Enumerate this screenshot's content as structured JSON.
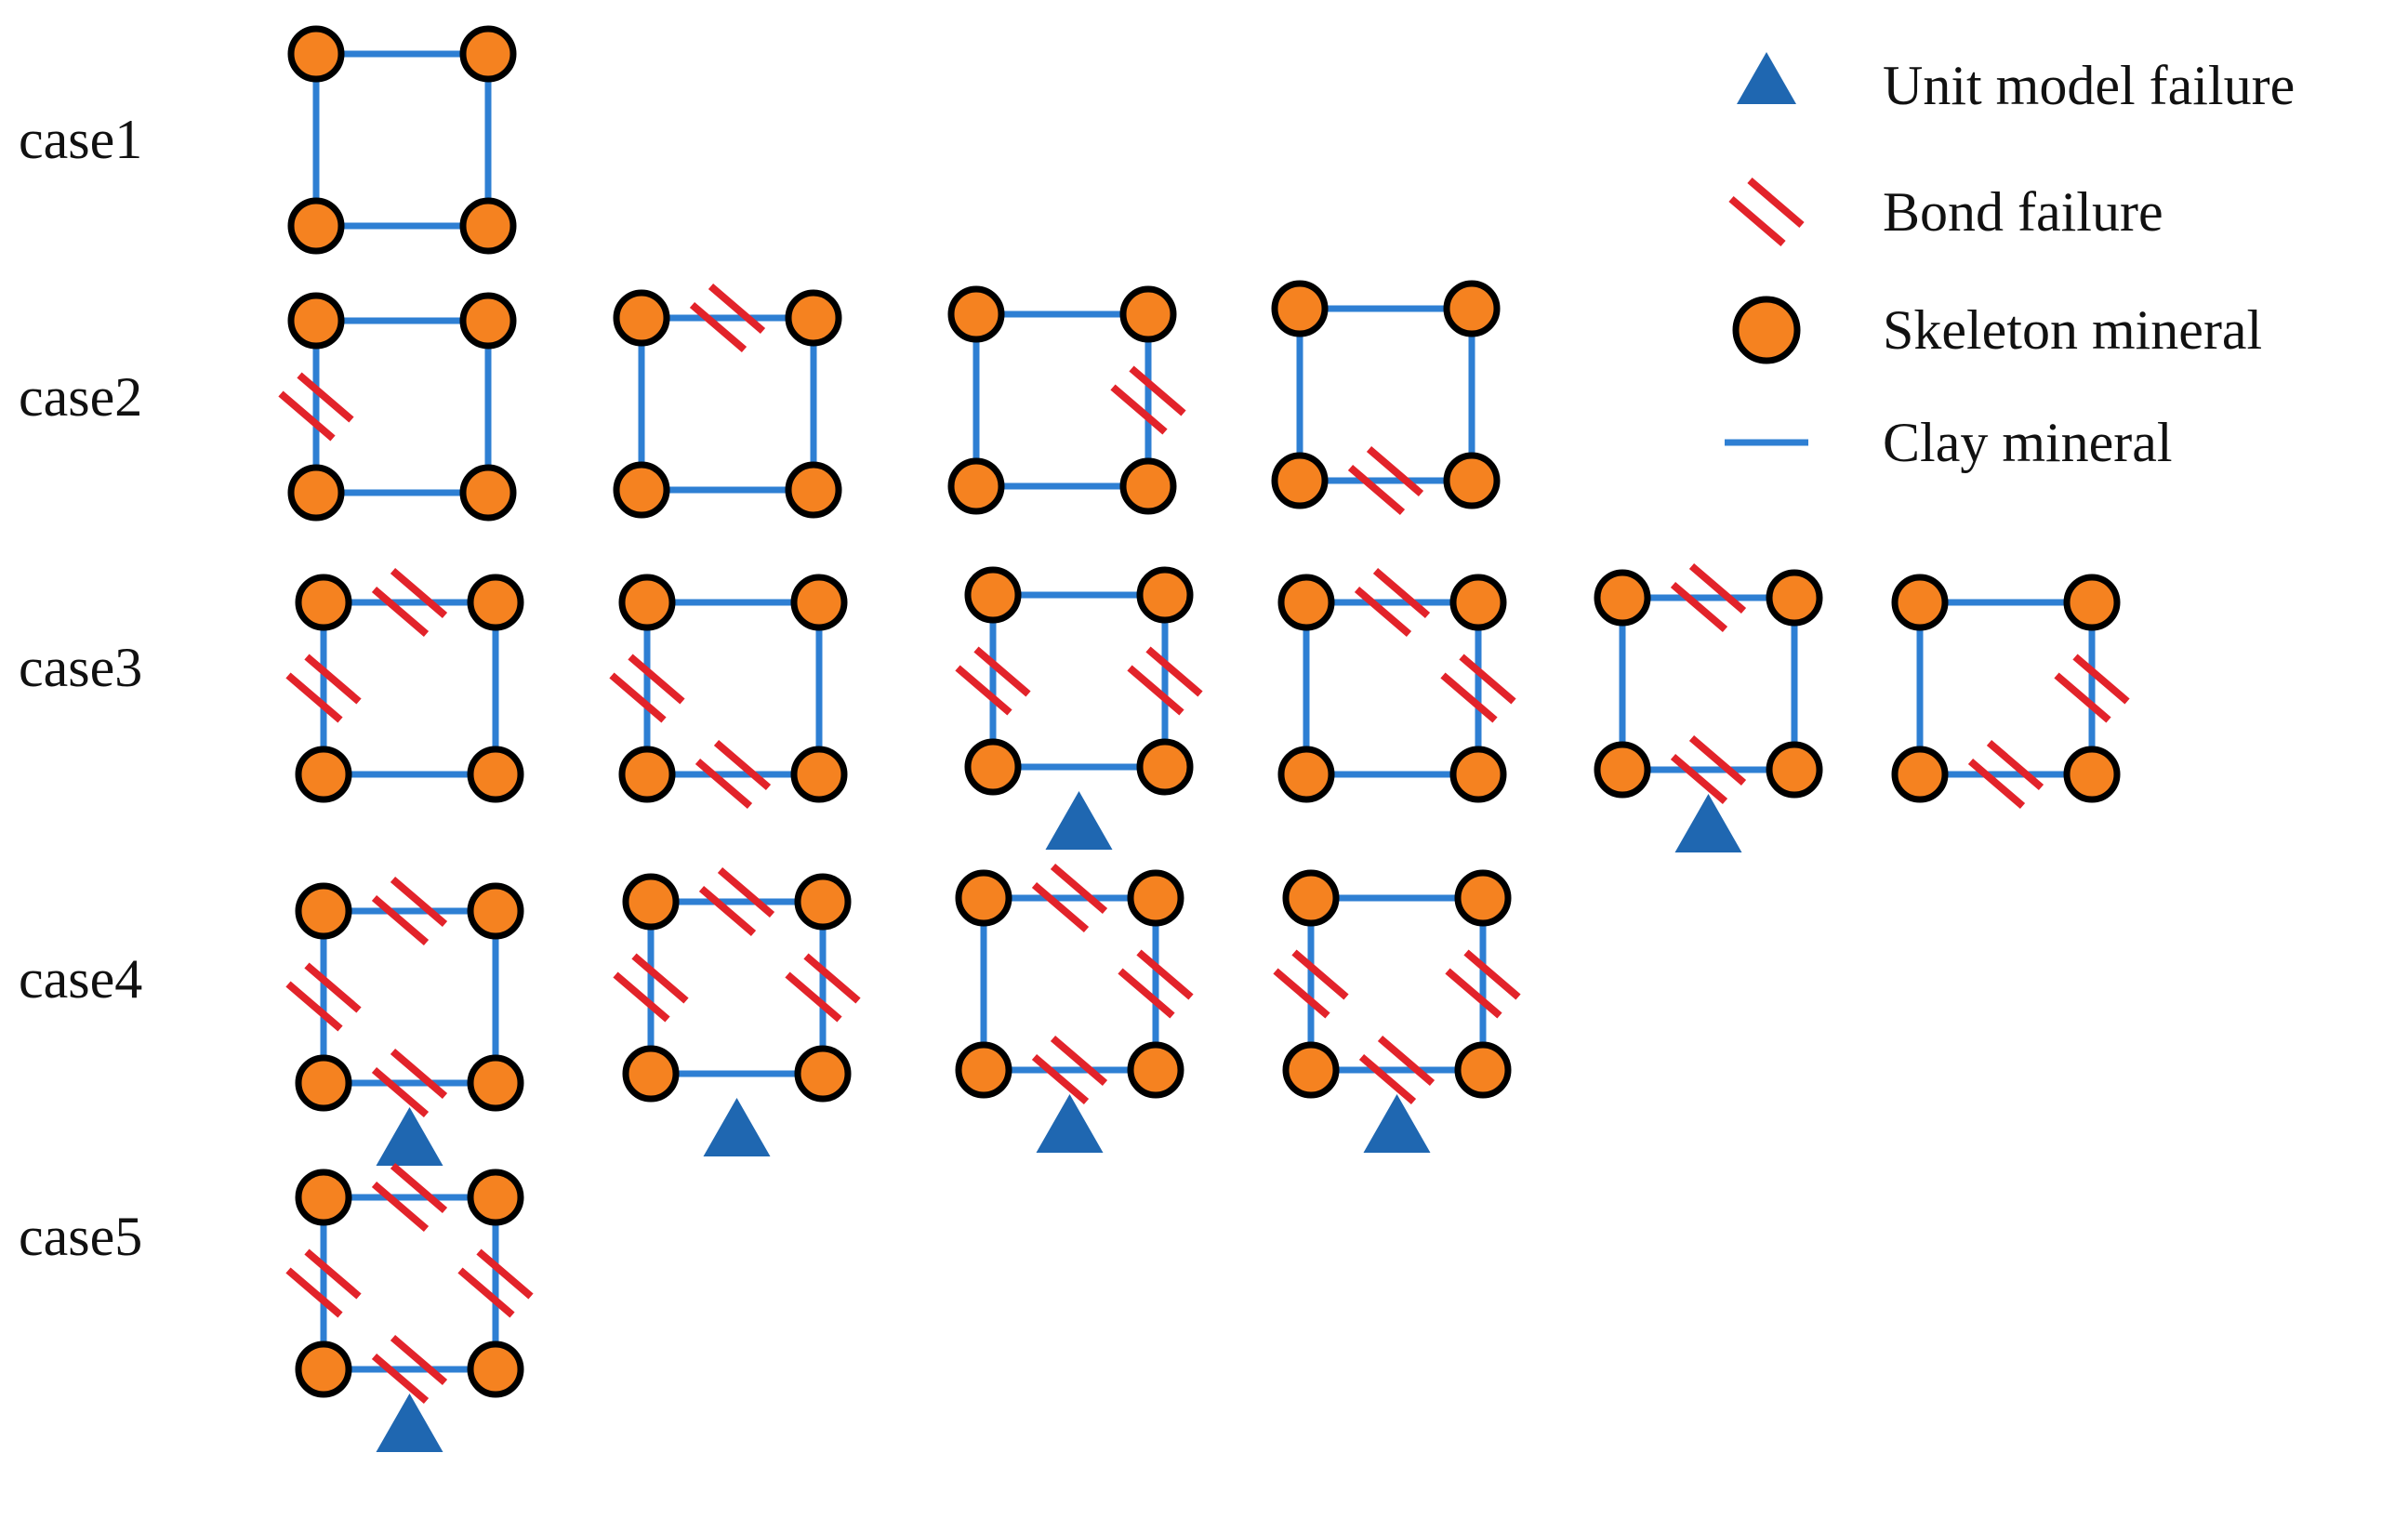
{
  "colors": {
    "skeleton_fill": "#F58220",
    "skeleton_stroke": "#000000",
    "clay_line": "#2E7FD3",
    "bond_failure": "#E2232A",
    "unit_failure": "#1F67B1",
    "text": "#111111"
  },
  "legend": {
    "items": [
      {
        "icon": "triangle",
        "label": "Unit model failure"
      },
      {
        "icon": "hatch",
        "label": "Bond failure"
      },
      {
        "icon": "circle",
        "label": "Skeleton mineral"
      },
      {
        "icon": "line",
        "label": "Clay mineral"
      }
    ]
  },
  "cases": [
    {
      "label": "case1",
      "units": [
        {
          "broken": [],
          "unit_failure": false
        }
      ]
    },
    {
      "label": "case2",
      "units": [
        {
          "broken": [
            "left"
          ],
          "unit_failure": false
        },
        {
          "broken": [
            "top"
          ],
          "unit_failure": false
        },
        {
          "broken": [
            "right"
          ],
          "unit_failure": false
        },
        {
          "broken": [
            "bottom"
          ],
          "unit_failure": false
        }
      ]
    },
    {
      "label": "case3",
      "units": [
        {
          "broken": [
            "top",
            "left"
          ],
          "unit_failure": false
        },
        {
          "broken": [
            "left",
            "bottom"
          ],
          "unit_failure": false
        },
        {
          "broken": [
            "left",
            "right"
          ],
          "unit_failure": true
        },
        {
          "broken": [
            "top",
            "right"
          ],
          "unit_failure": false
        },
        {
          "broken": [
            "top",
            "bottom"
          ],
          "unit_failure": true
        },
        {
          "broken": [
            "right",
            "bottom"
          ],
          "unit_failure": false
        }
      ]
    },
    {
      "label": "case4",
      "units": [
        {
          "broken": [
            "top",
            "left",
            "bottom"
          ],
          "unit_failure": true
        },
        {
          "broken": [
            "top",
            "left",
            "right"
          ],
          "unit_failure": true
        },
        {
          "broken": [
            "top",
            "right",
            "bottom"
          ],
          "unit_failure": true
        },
        {
          "broken": [
            "left",
            "right",
            "bottom"
          ],
          "unit_failure": true
        }
      ]
    },
    {
      "label": "case5",
      "units": [
        {
          "broken": [
            "top",
            "left",
            "right",
            "bottom"
          ],
          "unit_failure": true
        }
      ]
    }
  ]
}
